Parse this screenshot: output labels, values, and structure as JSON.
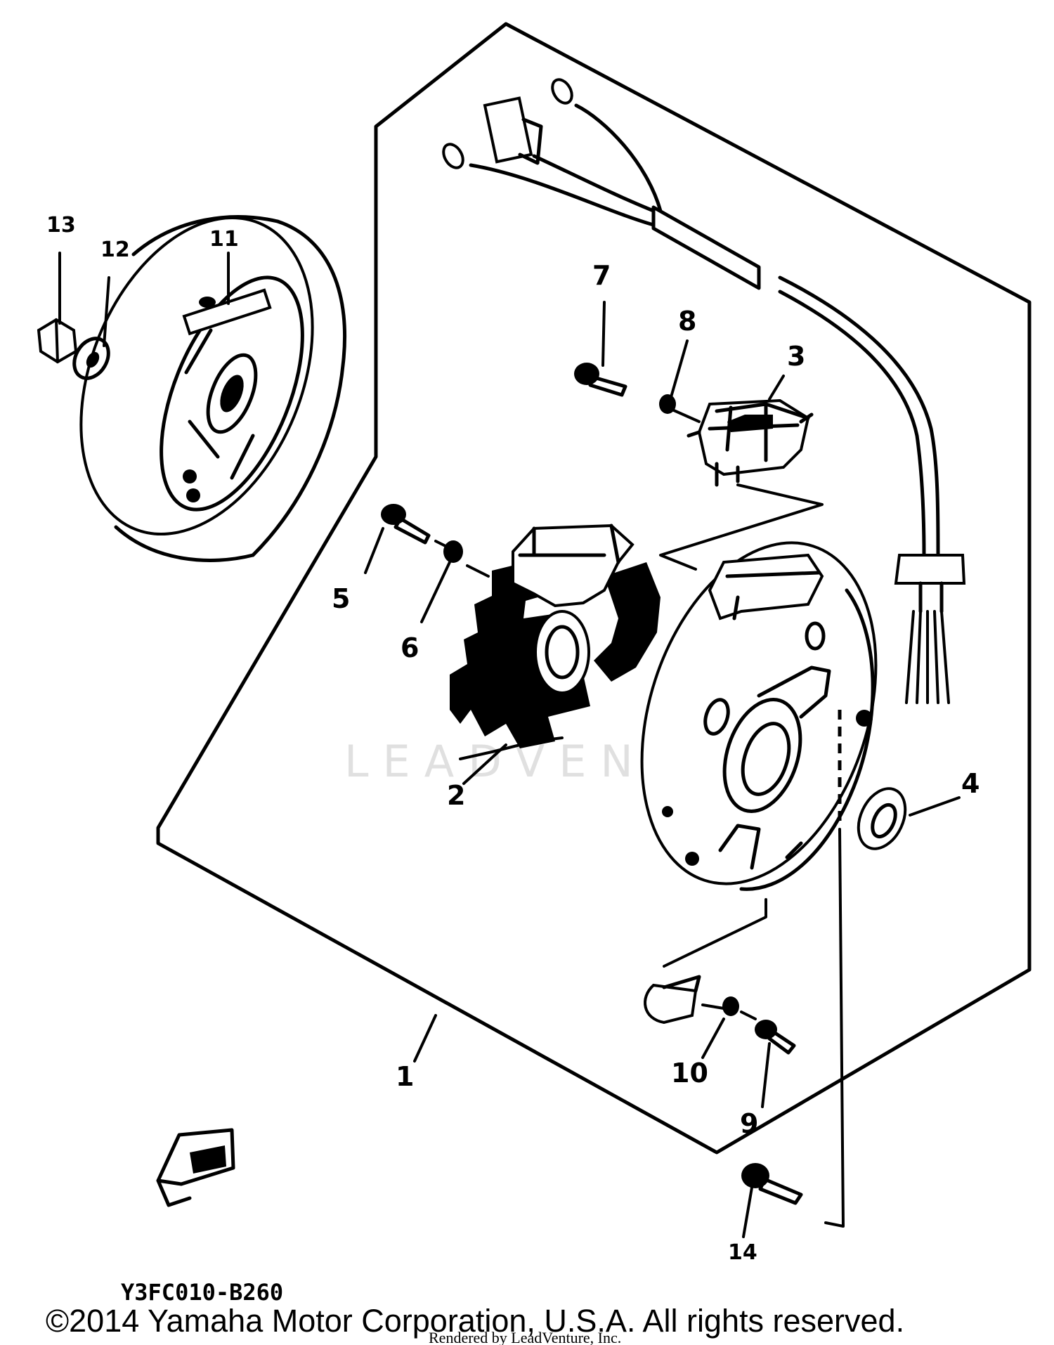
{
  "diagram": {
    "callouts": [
      "1",
      "2",
      "3",
      "4",
      "5",
      "6",
      "7",
      "8",
      "9",
      "10",
      "11",
      "12",
      "13",
      "14"
    ],
    "drawing_code": "Y3FC010-B260",
    "watermark": "LEADVENTURE",
    "copyright": "©2014 Yamaha Motor Corporation, U.S.A. All rights reserved.",
    "rendered_by": "Rendered by LeadVenture, Inc."
  }
}
